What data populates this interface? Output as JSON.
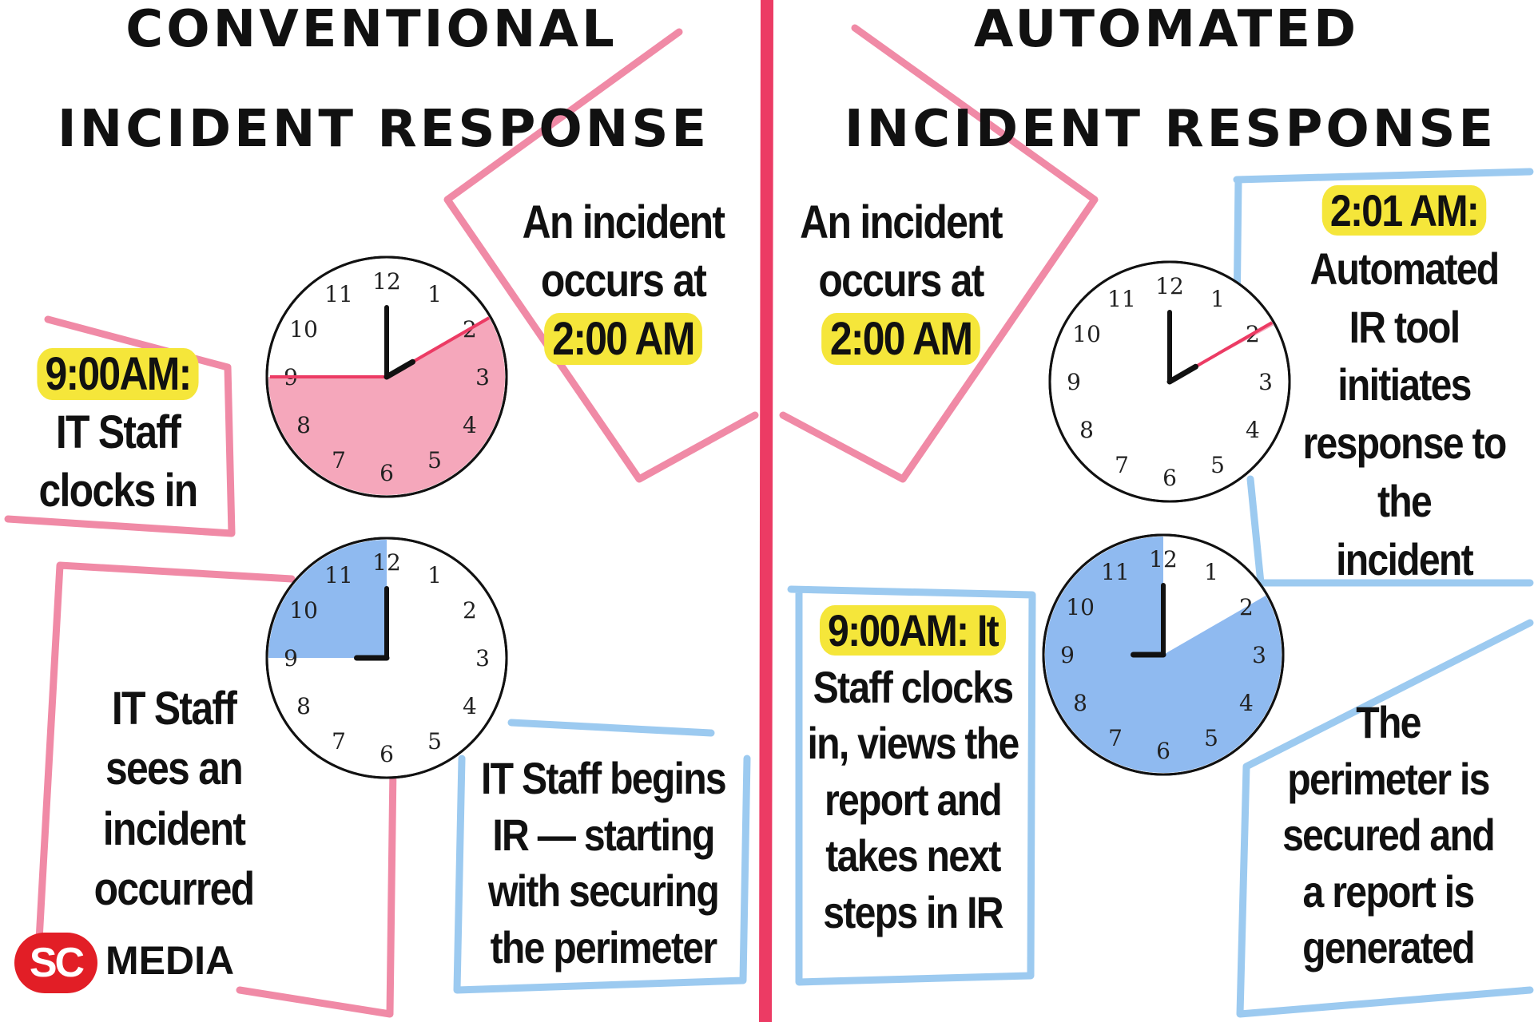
{
  "colors": {
    "pink": "#f08aa6",
    "pink_fill": "#f5a7bb",
    "blue": "#9ccaf0",
    "blue_fill": "#8fbaf0",
    "divider": "#ec3b64",
    "highlight": "#f5e63a",
    "logo_red": "#e21e26"
  },
  "headings": {
    "left": [
      "CONVENTIONAL",
      "INCIDENT RESPONSE"
    ],
    "right": [
      "AUTOMATED",
      "INCIDENT RESPONSE"
    ]
  },
  "left": {
    "incident": {
      "lines": [
        "An incident",
        "occurs at"
      ],
      "highlight": "2:00 AM"
    },
    "clock_in": {
      "highlight": "9:00AM:",
      "lines": [
        "IT Staff",
        "clocks in"
      ]
    },
    "sees": {
      "lines": [
        "IT Staff",
        "sees an",
        "incident",
        "occurred"
      ]
    },
    "begins": {
      "lines": [
        "IT Staff begins",
        "IR — starting",
        "with securing",
        "the perimeter"
      ]
    }
  },
  "right": {
    "incident": {
      "lines": [
        "An incident",
        "occurs at"
      ],
      "highlight": "2:00 AM"
    },
    "tool": {
      "highlight": "2:01 AM:",
      "lines": [
        "Automated",
        "IR tool",
        "initiates",
        "response to",
        "the",
        "incident"
      ]
    },
    "staff": {
      "highlight": "9:00AM: It",
      "lines": [
        "Staff clocks",
        "in, views the",
        "report and",
        "takes next",
        "steps in IR"
      ]
    },
    "secured": {
      "lines": [
        "The",
        "perimeter is",
        "secured and",
        "a report is",
        "generated"
      ]
    }
  },
  "clock_numerals": [
    "12",
    "1",
    "2",
    "3",
    "4",
    "5",
    "6",
    "7",
    "8",
    "9",
    "10",
    "11"
  ],
  "clocks": [
    {
      "id": "left-top",
      "hour": 2,
      "minute": 0,
      "shade_from": 2,
      "shade_to": 9,
      "shade": "pink",
      "sweep_hand_to": 9
    },
    {
      "id": "left-bottom",
      "hour": 9,
      "minute": 0,
      "shade_from": 9,
      "shade_to": 12,
      "shade": "blue"
    },
    {
      "id": "right-top",
      "hour": 2,
      "minute": 0,
      "shade_from": 2,
      "shade_to": 2.05,
      "shade": "pink"
    },
    {
      "id": "right-bottom",
      "hour": 9,
      "minute": 0,
      "shade_from": 2,
      "shade_to": 12,
      "shade": "blue"
    }
  ],
  "logo": {
    "badge": "SC",
    "word": "MEDIA"
  }
}
